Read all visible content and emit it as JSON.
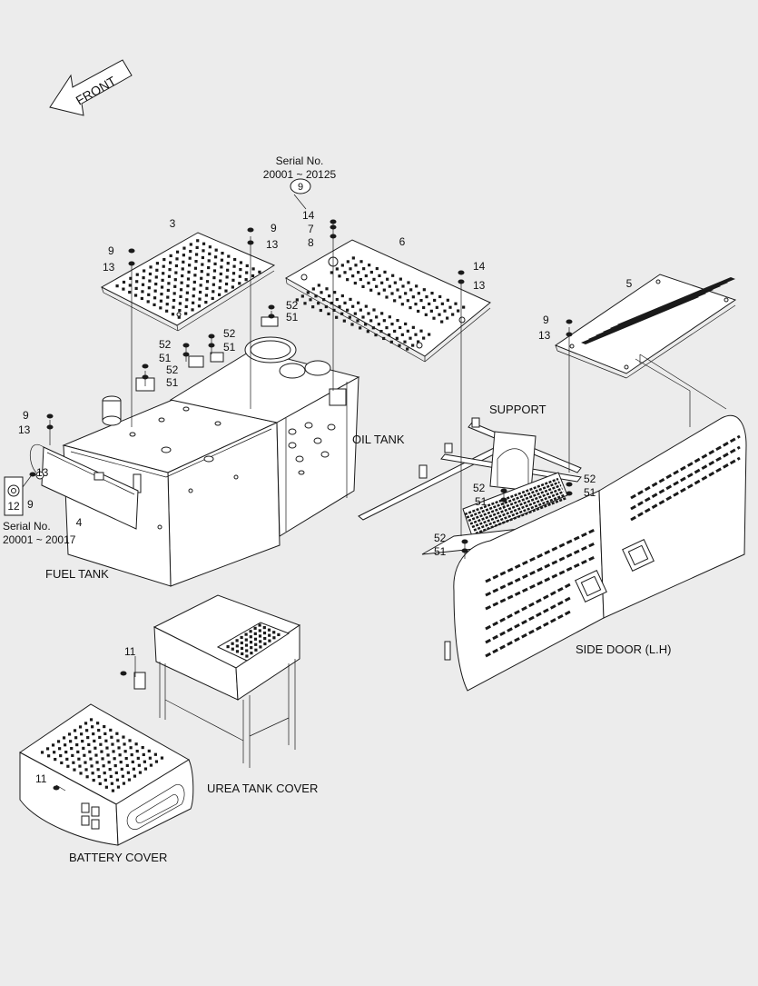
{
  "front_label": "FRONT",
  "serials": {
    "top": {
      "title": "Serial No.",
      "range": "20001 ~ 20125",
      "callout": "9"
    },
    "left": {
      "title": "Serial No.",
      "range": "20001 ~ 20017"
    }
  },
  "components": {
    "fuel_tank": "FUEL TANK",
    "oil_tank": "OIL TANK",
    "support": "SUPPORT",
    "side_door": "SIDE DOOR (L.H)",
    "urea_tank_cover": "UREA TANK COVER",
    "battery_cover": "BATTERY COVER"
  },
  "part_numbers": {
    "p3": "3",
    "p6": "6",
    "p5": "5",
    "p4": "4",
    "p12": "12",
    "c3_9": "9",
    "c3_13": "13",
    "c3b_9": "9",
    "c3b_13": "13",
    "top_14": "14",
    "top_7": "7",
    "top_8": "8",
    "c6_14": "14",
    "c6_13": "13",
    "c5_9": "9",
    "c5_13": "13",
    "oil_52": "52",
    "oil_51": "51",
    "mid_52": "52",
    "mid_51": "51",
    "lft_52": "52",
    "lft_51": "51",
    "fuel_9": "9",
    "fuel_13": "13",
    "fuel2_9": "9",
    "fuel2_13": "13",
    "sup_52": "52",
    "sup_51": "51",
    "sup2_52": "52",
    "sup2_51": "51",
    "door_52": "52",
    "door_51": "51",
    "urea_11": "11",
    "batt_11": "11"
  }
}
